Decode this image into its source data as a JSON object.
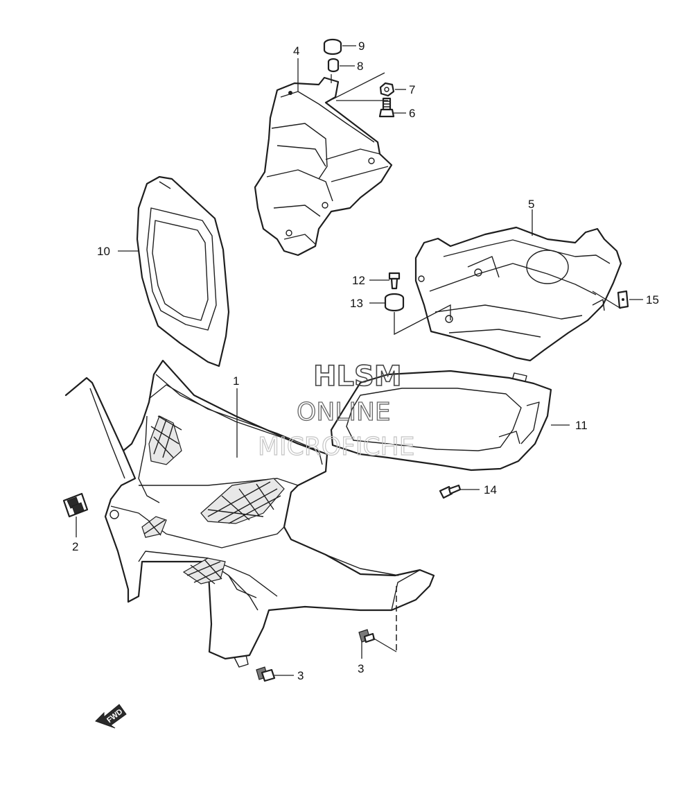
{
  "callouts": {
    "c1": "1",
    "c2": "2",
    "c3a": "3",
    "c3b": "3",
    "c4": "4",
    "c5": "5",
    "c6": "6",
    "c7": "7",
    "c8": "8",
    "c9": "9",
    "c10": "10",
    "c11": "11",
    "c12": "12",
    "c13": "13",
    "c14": "14",
    "c15": "15"
  },
  "watermark": {
    "line1": "HLSM",
    "line2": "ONLINE",
    "line3": "MICROFICHE"
  },
  "direction_badge": "FWD",
  "colors": {
    "line": "#1e1e1e",
    "background": "#ffffff",
    "watermark": "#666666"
  }
}
